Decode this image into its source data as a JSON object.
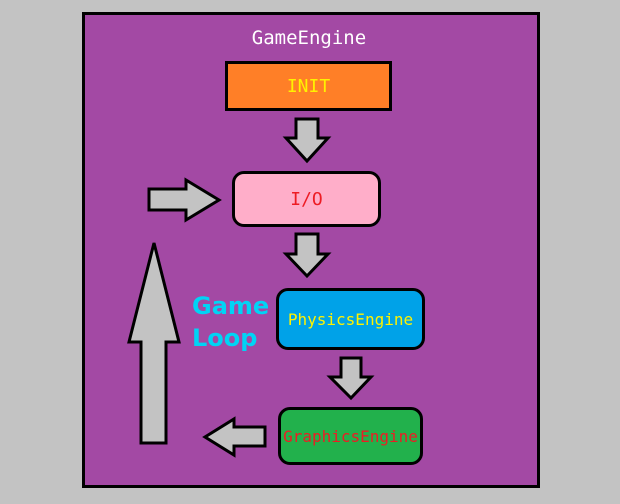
{
  "diagram": {
    "title": "GameEngine",
    "loop_label_line1": "Game",
    "loop_label_line2": "Loop",
    "nodes": {
      "init": "INIT",
      "io": "I/O",
      "physics": "PhysicsEngine",
      "graphics": "GraphicsEngine"
    }
  },
  "colors": {
    "background": "#c3c3c3",
    "frame": "#a349a4",
    "init_fill": "#ff7f27",
    "init_text": "#fff200",
    "io_fill": "#ffaec9",
    "io_text": "#ed1c24",
    "physics_fill": "#00a2e8",
    "physics_text": "#fff200",
    "graphics_fill": "#22b14c",
    "graphics_text": "#ed1c24",
    "loop_text": "#00d4f5",
    "arrow_fill": "#c3c3c3"
  }
}
